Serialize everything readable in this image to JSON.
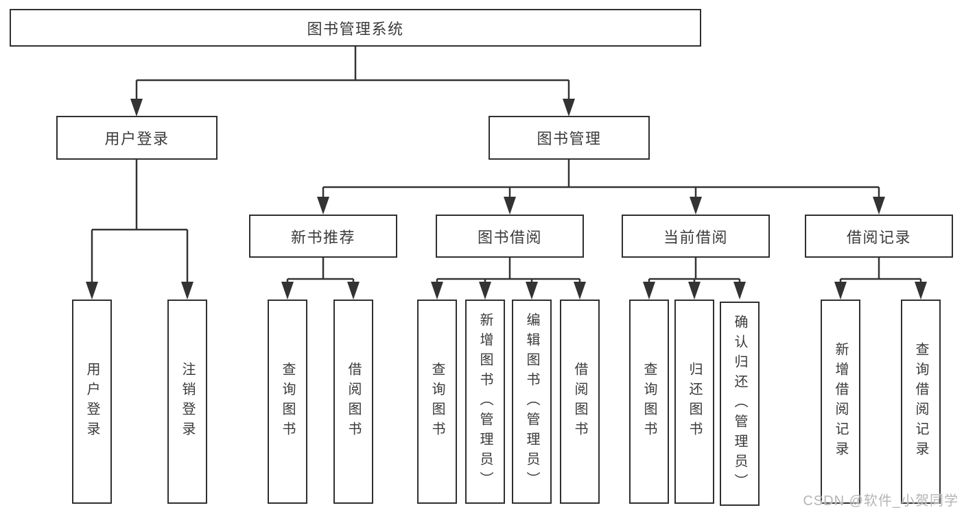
{
  "diagram": {
    "title": "图书管理系统",
    "root": {
      "label": "图书管理系统"
    },
    "branches": [
      {
        "label": "用户登录",
        "children": [
          {
            "label": "用户登录"
          },
          {
            "label": "注销登录"
          }
        ]
      },
      {
        "label": "图书管理",
        "children": [
          {
            "label": "新书推荐",
            "children": [
              {
                "label": "查询图书"
              },
              {
                "label": "借阅图书"
              }
            ]
          },
          {
            "label": "图书借阅",
            "children": [
              {
                "label": "查询图书"
              },
              {
                "label": "新增图书（管理员）"
              },
              {
                "label": "编辑图书（管理员）"
              },
              {
                "label": "借阅图书"
              }
            ]
          },
          {
            "label": "当前借阅",
            "children": [
              {
                "label": "查询图书"
              },
              {
                "label": "归还图书"
              },
              {
                "label": "确认归还（管理员）"
              }
            ]
          },
          {
            "label": "借阅记录",
            "children": [
              {
                "label": "新增借阅记录"
              },
              {
                "label": "查询借阅记录"
              }
            ]
          }
        ]
      }
    ]
  },
  "watermark": {
    "text": "CSDN @软件_小贺同学"
  },
  "colors": {
    "line": "#333333",
    "box_border": "#2f2f2f",
    "text": "#3a3a3a",
    "background": "#ffffff",
    "watermark": "#b5b5b5"
  }
}
